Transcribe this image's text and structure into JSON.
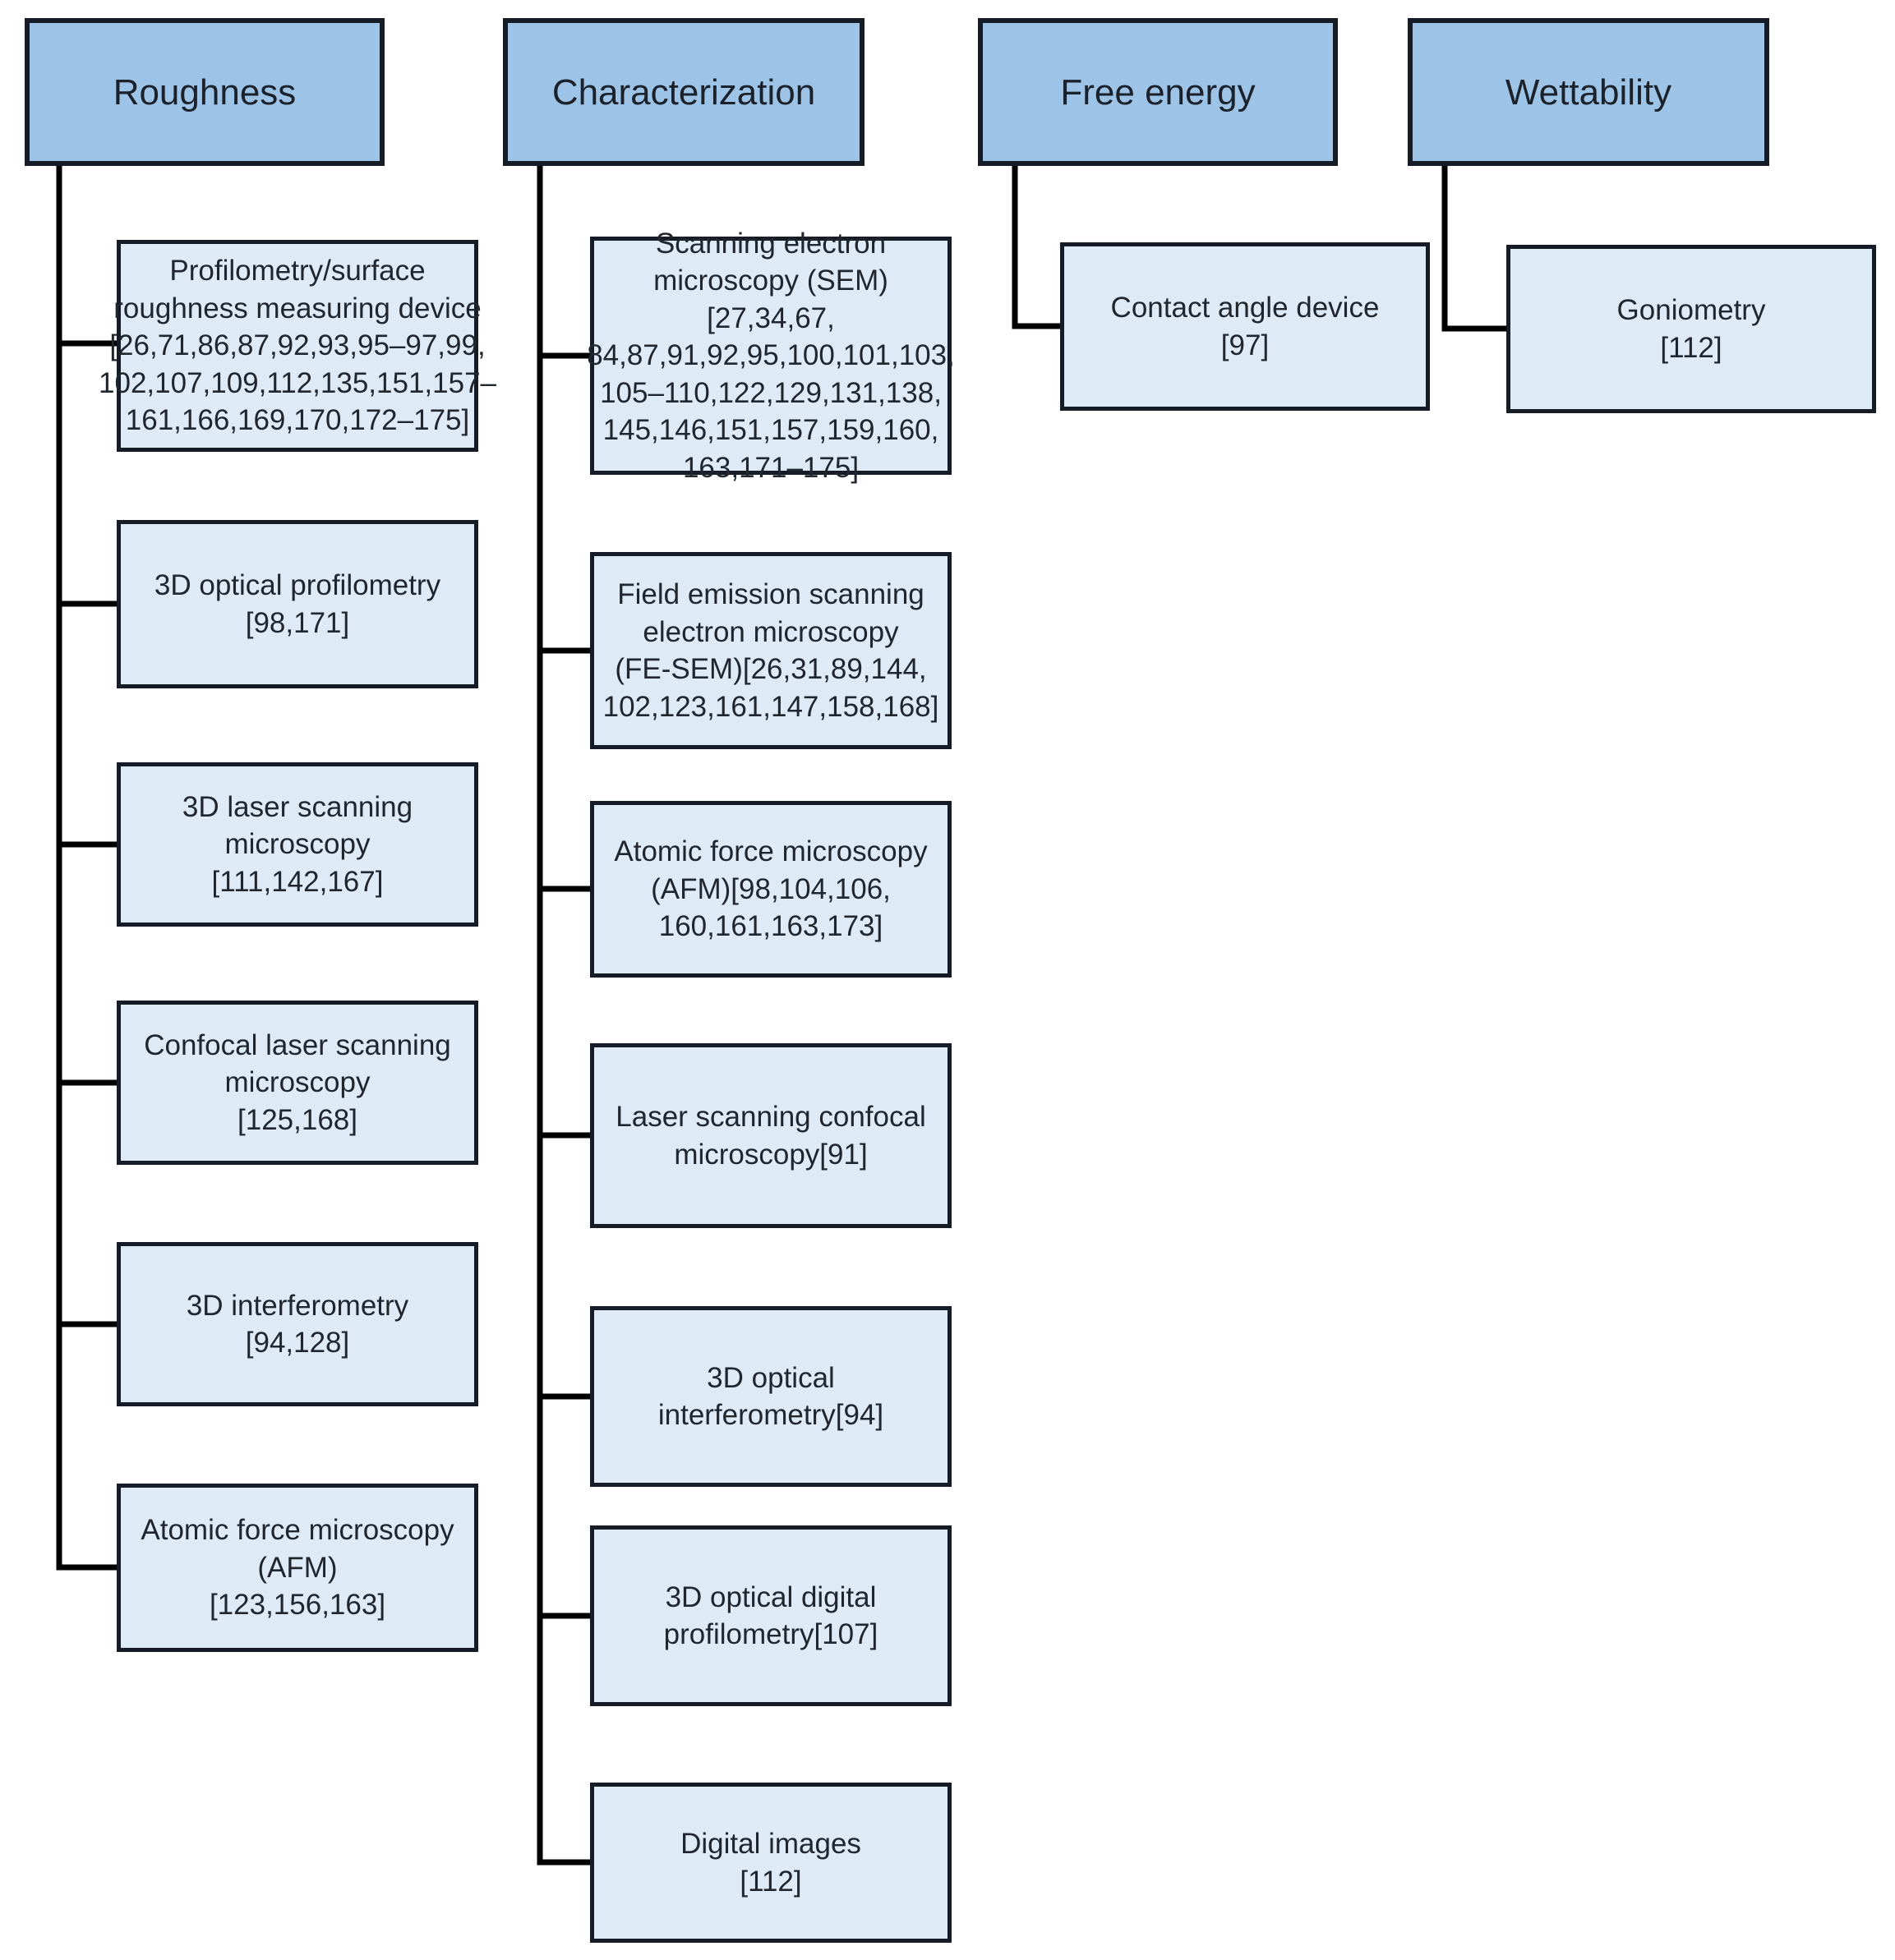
{
  "figure": {
    "title": "Surface measurement methods tree diagram",
    "type": "tree-diagram",
    "colors": {
      "header_fill": "#9dc3e6",
      "child_fill": "#deeaf6",
      "box_border": "#161c26",
      "connector": "#000000"
    },
    "columns": [
      {
        "header": "Roughness",
        "children": [
          {
            "label": "Profilometry/surface\nroughness measuring device\n[26,71,86,87,92,93,95–97,99,\n102,107,109,112,135,151,157–\n161,166,169,170,172–175]"
          },
          {
            "label": "3D optical profilometry\n[98,171]"
          },
          {
            "label": "3D laser scanning\nmicroscopy\n[111,142,167]"
          },
          {
            "label": "Confocal laser scanning\nmicroscopy\n[125,168]"
          },
          {
            "label": "3D interferometry\n[94,128]"
          },
          {
            "label": "Atomic force microscopy\n(AFM)\n[123,156,163]"
          }
        ]
      },
      {
        "header": "Characterization",
        "children": [
          {
            "label": "Scanning electron\nmicroscopy (SEM) [27,34,67,\n84,87,91,92,95,100,101,103,\n105–110,122,129,131,138,\n145,146,151,157,159,160,\n163,171–175]"
          },
          {
            "label": "Field emission scanning\nelectron microscopy\n(FE-SEM)[26,31,89,144,\n102,123,161,147,158,168]"
          },
          {
            "label": "Atomic force microscopy\n(AFM)[98,104,106,\n160,161,163,173]"
          },
          {
            "label": "Laser scanning confocal\nmicroscopy[91]"
          },
          {
            "label": "3D optical\ninterferometry[94]"
          },
          {
            "label": "3D optical digital\nprofilometry[107]"
          },
          {
            "label": "Digital images\n[112]"
          }
        ]
      },
      {
        "header": "Free energy",
        "children": [
          {
            "label": "Contact angle device\n[97]"
          }
        ]
      },
      {
        "header": "Wettability",
        "children": [
          {
            "label": "Goniometry\n[112]"
          }
        ]
      }
    ]
  }
}
